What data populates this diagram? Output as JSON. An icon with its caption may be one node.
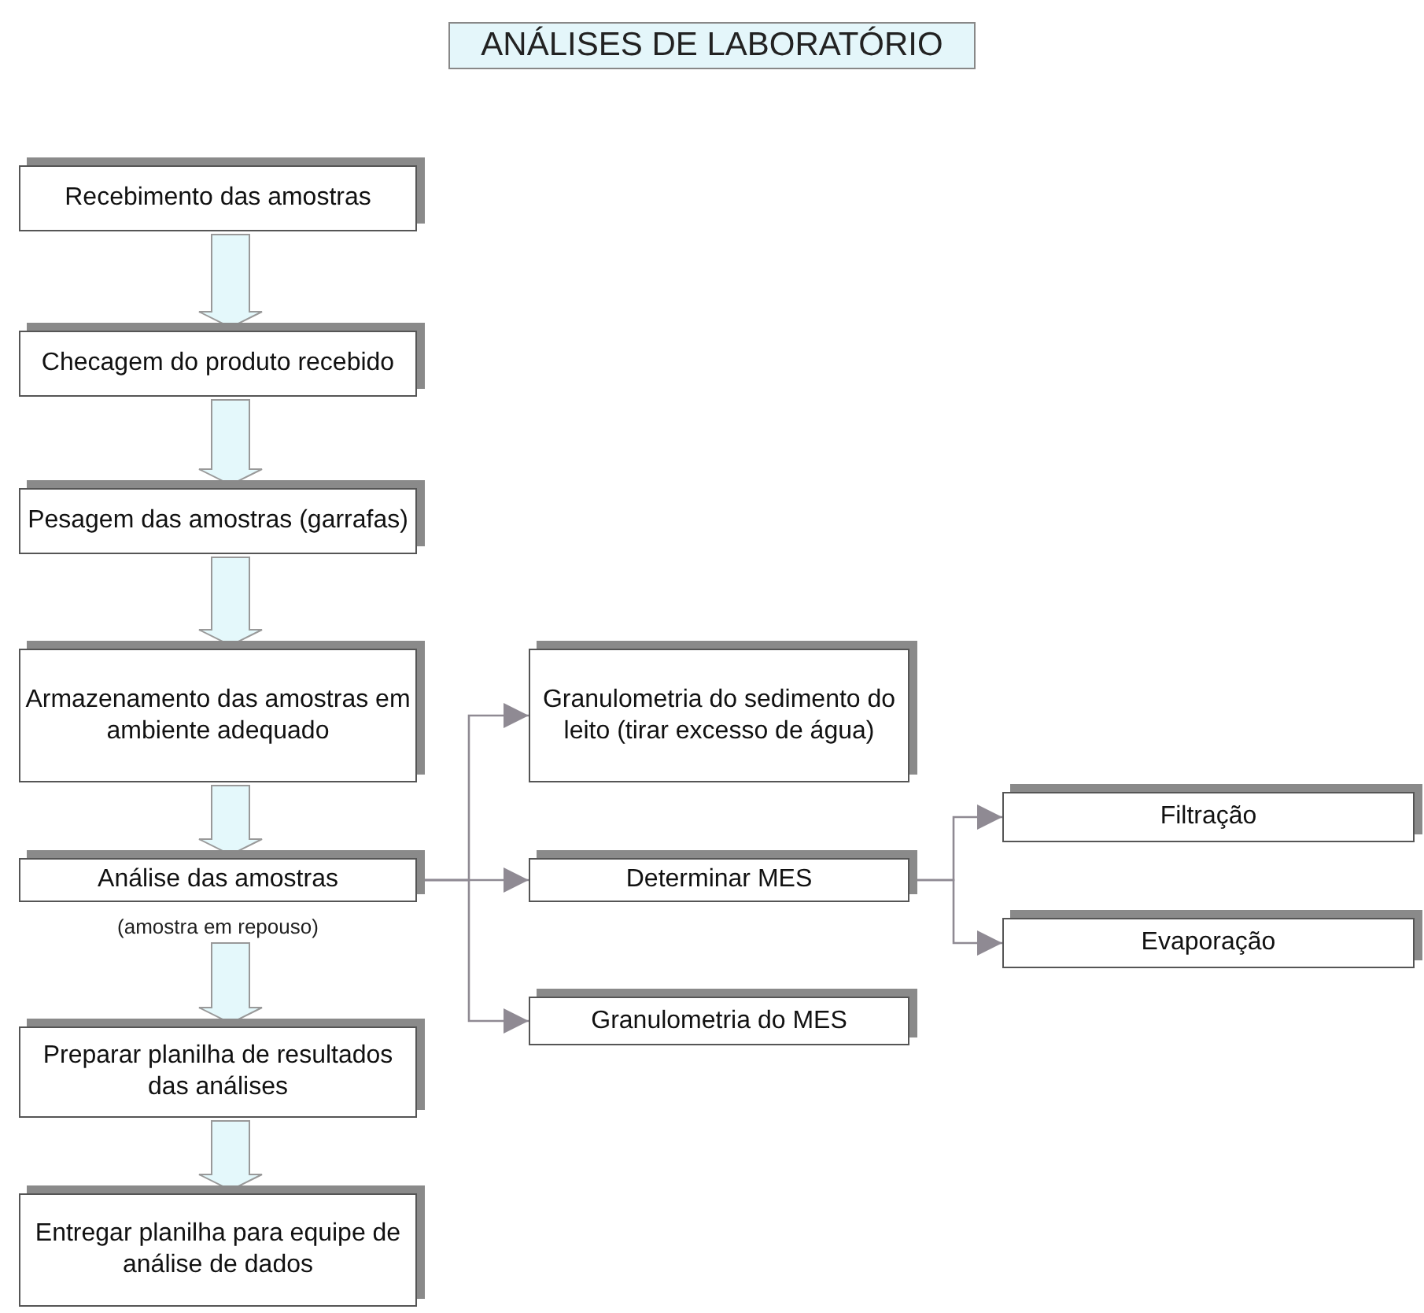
{
  "diagram": {
    "title": "ANÁLISES DE LABORATÓRIO",
    "nodes": [
      {
        "text": [
          "Recebimento das amostras"
        ]
      },
      {
        "text": [
          "Checagem do produto recebido"
        ]
      },
      {
        "text": [
          "Pesagem das amostras (garrafas)"
        ]
      },
      {
        "text": [
          "Armazenamento das amostras em ambiente adequado"
        ]
      },
      {
        "text": [
          "Análise das amostras"
        ],
        "beside": [
          "(amostra em repouso)"
        ]
      },
      {
        "text": [
          "Preparar planilha de resultados das análises"
        ]
      },
      {
        "text": [
          "Entregar planilha para equipe de análise de dados"
        ]
      },
      {
        "text": [
          "Granulometria do sedimento do leito (tirar excesso de água)"
        ]
      },
      {
        "text": [
          "Determinar MES"
        ]
      },
      {
        "text": [
          "Granulometria do MES"
        ]
      },
      {
        "text": [
          "Filtração"
        ]
      },
      {
        "text": [
          "Evaporação"
        ]
      }
    ],
    "edges": [
      {
        "from": 0,
        "to": 1,
        "arrow": "to",
        "style": "thick"
      },
      {
        "from": 1,
        "to": 2,
        "arrow": "to",
        "style": "thick"
      },
      {
        "from": 2,
        "to": 3,
        "arrow": "to",
        "style": "thick"
      },
      {
        "from": 3,
        "to": 4,
        "arrow": "to",
        "style": "thick"
      },
      {
        "from": 4,
        "to": 5,
        "arrow": "to",
        "style": "thick"
      },
      {
        "from": 5,
        "to": 6,
        "arrow": "to",
        "style": "thick"
      },
      {
        "from": 4,
        "to": 7,
        "arrow": "to"
      },
      {
        "from": 4,
        "to": 8,
        "arrow": "to"
      },
      {
        "from": 4,
        "to": 9,
        "arrow": "to"
      },
      {
        "from": 8,
        "to": 10,
        "arrow": "to"
      },
      {
        "from": 8,
        "to": 11,
        "arrow": "to"
      }
    ]
  }
}
